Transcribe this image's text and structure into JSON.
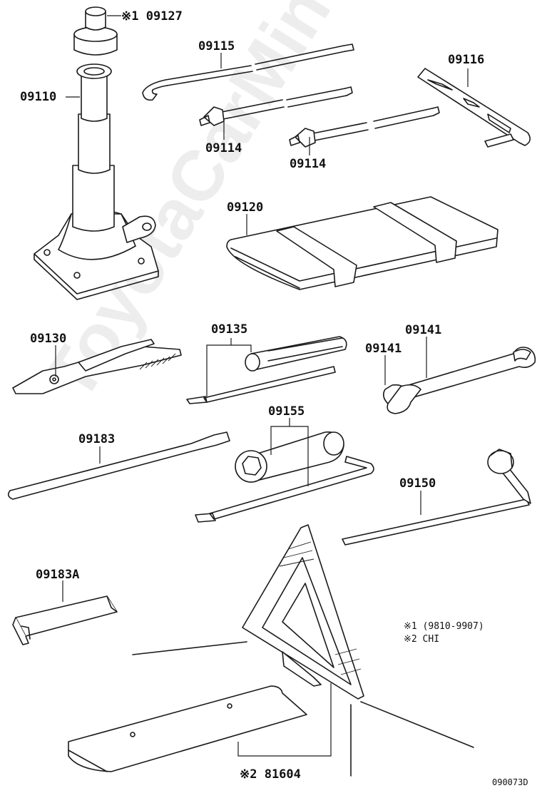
{
  "labels": {
    "p09127": "※1 09127",
    "p09110": "09110",
    "p09115": "09115",
    "p09116": "09116",
    "p09114a": "09114",
    "p09114b": "09114",
    "p09120": "09120",
    "p09130": "09130",
    "p09135": "09135",
    "p09141a": "09141",
    "p09141b": "09141",
    "p09183": "09183",
    "p09155": "09155",
    "p09150": "09150",
    "p09183a": "09183A",
    "p81604": "※2 81604"
  },
  "notes": {
    "note1": "※1 (9810-9907)",
    "note2": "※2 CHI"
  },
  "footer_code": "090073D",
  "watermark": "ToyotaCarMine.ru",
  "colors": {
    "ink": "#1a1a1a",
    "background": "#ffffff"
  }
}
